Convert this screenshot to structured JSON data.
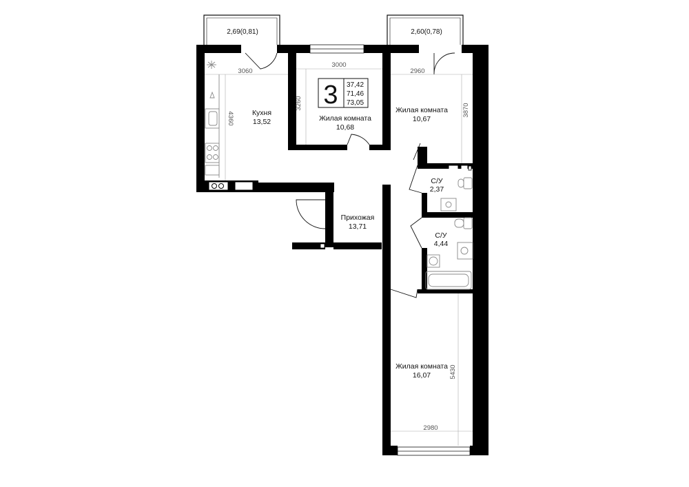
{
  "summary": {
    "rooms_count": "3",
    "area_living": "37,42",
    "area_total": "71,46",
    "area_with_balconies": "73,05"
  },
  "balconies": [
    {
      "label": "2,69(0,81)"
    },
    {
      "label": "2,60(0,78)"
    }
  ],
  "rooms": {
    "kitchen": {
      "name": "Кухня",
      "area": "13,52",
      "width": "3060",
      "height": "4360"
    },
    "living1": {
      "name": "Жилая комната",
      "area": "10,68",
      "width": "3000",
      "height": "3260"
    },
    "living2": {
      "name": "Жилая комната",
      "area": "10,67",
      "width": "2960",
      "height": "3870"
    },
    "bath1": {
      "name": "С/У",
      "area": "2,37"
    },
    "bath2": {
      "name": "С/У",
      "area": "4,44"
    },
    "hall": {
      "name": "Прихожая",
      "area": "13,71"
    },
    "living3": {
      "name": "Жилая комната",
      "area": "16,07",
      "width": "2980",
      "height": "5430"
    }
  },
  "colors": {
    "wall": "#000000",
    "fixture": "#888888",
    "dim_line": "#aaaaaa",
    "background": "#ffffff"
  }
}
